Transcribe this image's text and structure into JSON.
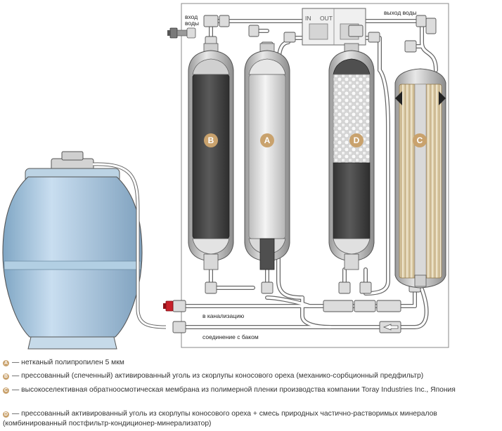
{
  "labels": {
    "inlet": "вход\nводы",
    "outlet": "выход воды",
    "in": "IN",
    "out": "OUT",
    "drain": "в канализацию",
    "tank_connection": "соединение с баком"
  },
  "cartridges": [
    {
      "id": "B",
      "letter": "B"
    },
    {
      "id": "A",
      "letter": "A"
    },
    {
      "id": "D",
      "letter": "D"
    },
    {
      "id": "C",
      "letter": "C"
    }
  ],
  "legend": [
    {
      "marker": "A",
      "text": "— нетканый полипропилен 5 мкм"
    },
    {
      "marker": "B",
      "text": "— прессованный (спеченный) активированный уголь из скорлупы коносового ореха (механико-сорбционный предфильтр)"
    },
    {
      "marker": "C",
      "text": "— высокоселективная обратноосмотическая мембрана из полимерной пленки производства компании Toray Industries Inc., Япония"
    },
    {
      "marker": "D",
      "text": "— прессованный активированный уголь из скорлупы коносового ореха + смесь природных частично-растворимых минералов (комбинированный постфильтр-кондиционер-минерализатор)"
    }
  ],
  "colors": {
    "marker": "#c9a26d",
    "carbon": "#4a4a4a",
    "tank": "#a6c6dd",
    "line": "#555555",
    "valve": "#c8202a"
  }
}
